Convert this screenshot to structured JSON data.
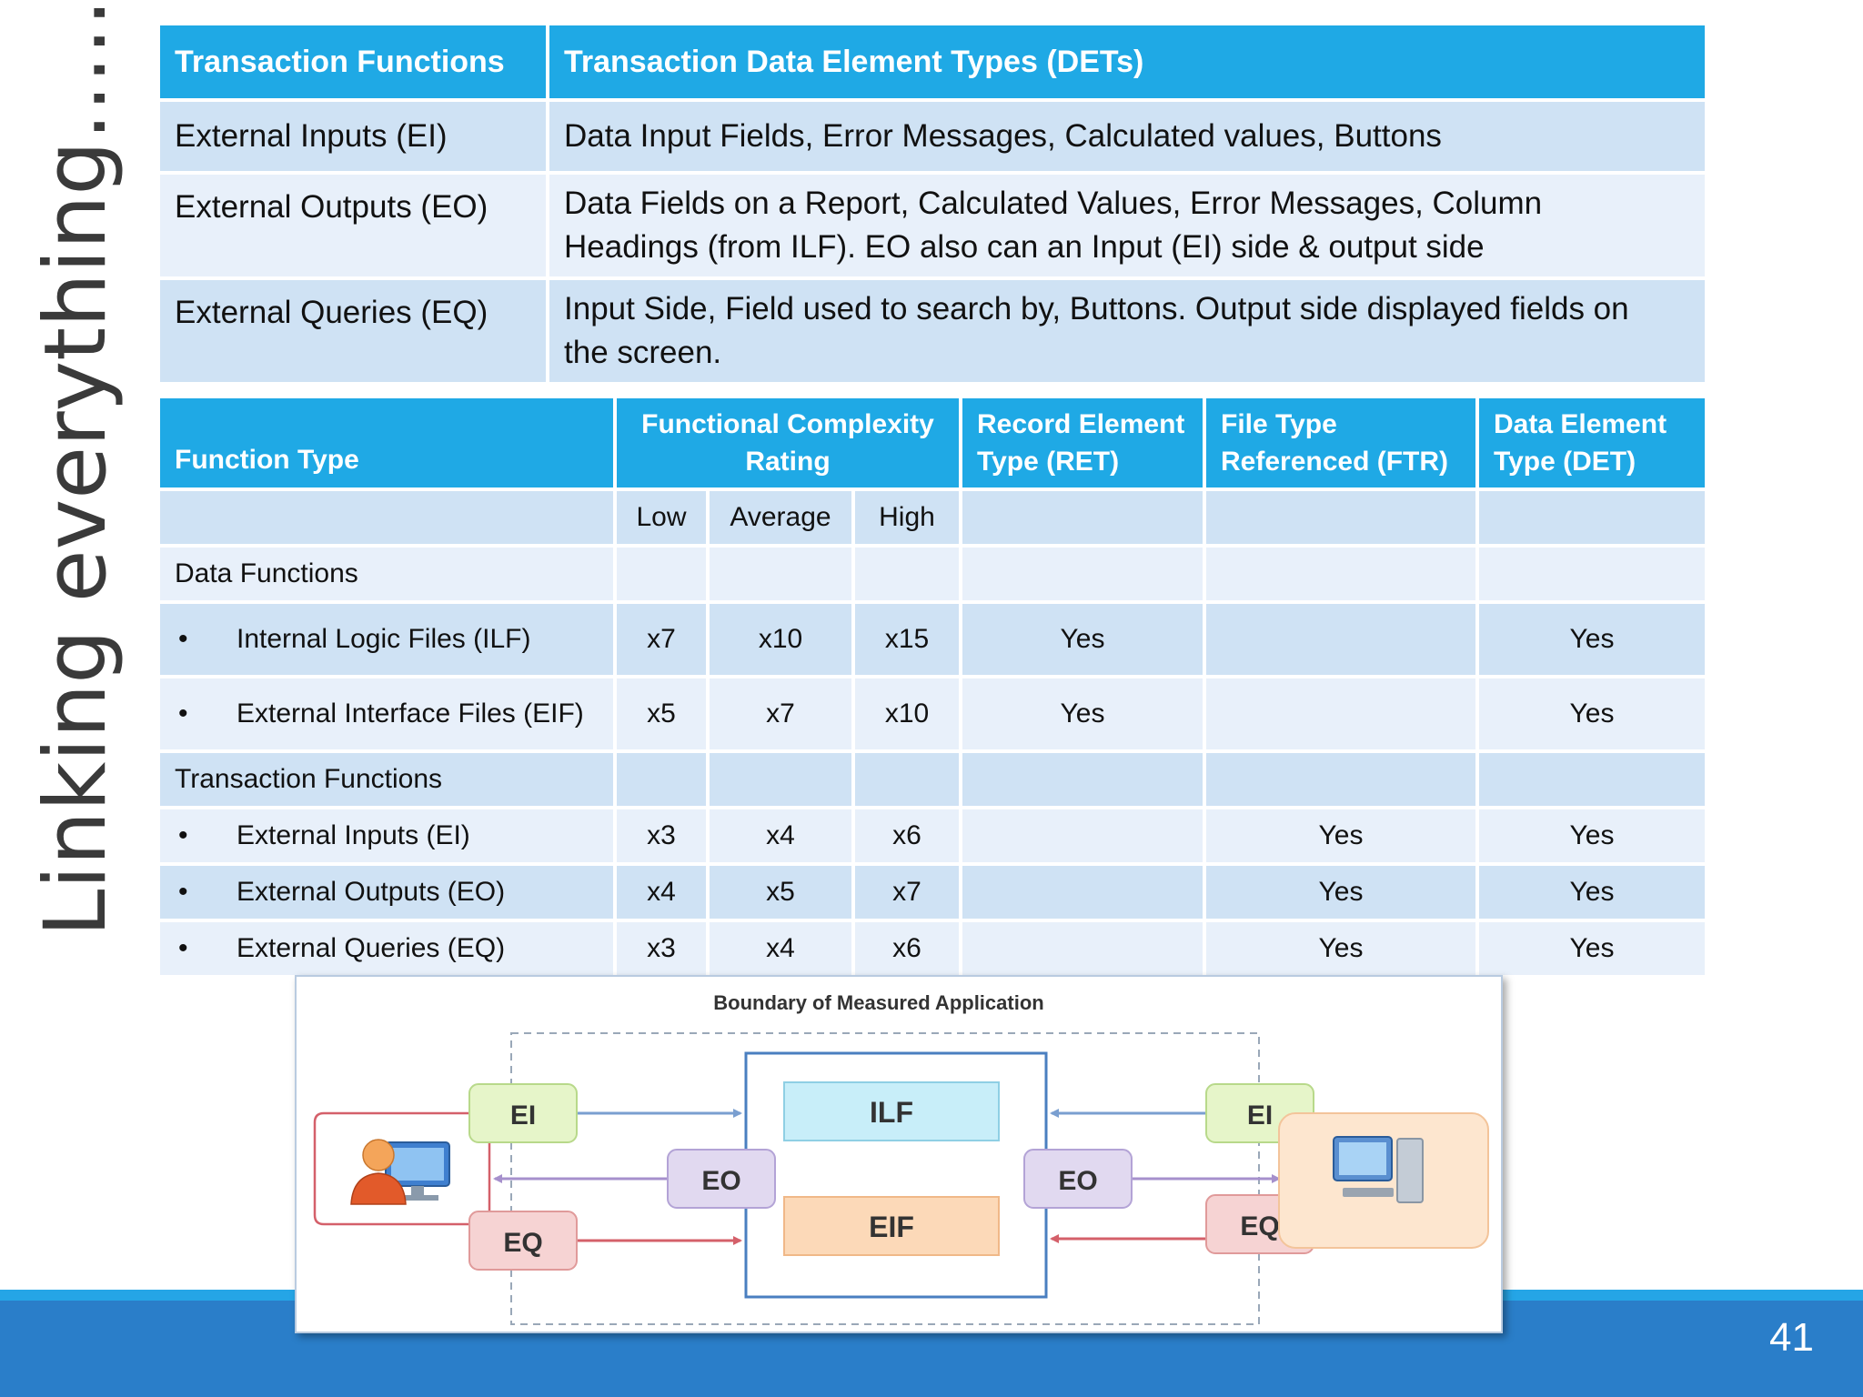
{
  "slide": {
    "side_title": "Linking everything……",
    "page_number": "41"
  },
  "table1": {
    "headers": [
      "Transaction Functions",
      "Transaction Data Element Types (DETs)"
    ],
    "rows": [
      {
        "function": "External Inputs (EI)",
        "dets": "Data Input Fields, Error Messages, Calculated values, Buttons"
      },
      {
        "function": "External Outputs (EO)",
        "dets_line1": "Data Fields on a Report, Calculated Values, Error Messages, Column",
        "dets_line2": "Headings (from ILF). EO also can an Input (EI) side & output side"
      },
      {
        "function": "External Queries (EQ)",
        "dets_line1": "Input Side, Field used to search by, Buttons. Output side displayed fields on",
        "dets_line2": "the screen."
      }
    ]
  },
  "table2": {
    "headers": {
      "function_type": "Function Type",
      "complexity_line1": "Functional Complexity",
      "complexity_line2": "Rating",
      "ret_line1": "Record Element",
      "ret_line2": "Type (RET)",
      "ftr_line1": "File  Type",
      "ftr_line2": "Referenced  (FTR)",
      "det_line1": "Data Element",
      "det_line2": "Type (DET)"
    },
    "sub_headers": [
      "Low",
      "Average",
      "High"
    ],
    "bullet": "•",
    "sections": {
      "data": "Data Functions",
      "transaction": "Transaction Functions"
    },
    "rows": [
      {
        "name": "Internal Logic Files (ILF)",
        "low": "x7",
        "avg": "x10",
        "high": "x15",
        "ret": "Yes",
        "ftr": "",
        "det": "Yes"
      },
      {
        "name": "External Interface Files (EIF)",
        "low": "x5",
        "avg": "x7",
        "high": "x10",
        "ret": "Yes",
        "ftr": "",
        "det": "Yes"
      },
      {
        "name": "External Inputs (EI)",
        "low": "x3",
        "avg": "x4",
        "high": "x6",
        "ret": "",
        "ftr": "Yes",
        "det": "Yes"
      },
      {
        "name": "External Outputs (EO)",
        "low": "x4",
        "avg": "x5",
        "high": "x7",
        "ret": "",
        "ftr": "Yes",
        "det": "Yes"
      },
      {
        "name": "External Queries (EQ)",
        "low": "x3",
        "avg": "x4",
        "high": "x6",
        "ret": "",
        "ftr": "Yes",
        "det": "Yes"
      }
    ]
  },
  "diagram": {
    "title": "Boundary of Measured Application",
    "ilf": "ILF",
    "eif": "EIF",
    "ei": "EI",
    "eo": "EO",
    "eq": "EQ",
    "colors": {
      "ei_fill": "#e6f5c9",
      "eo_fill": "#e1d9f0",
      "eq_fill": "#f6d3d3",
      "ilf_fill": "#c8eef9",
      "eif_fill": "#fcd9b8",
      "boundary_stroke": "#4a7fc0",
      "arrow_blue": "#7a9fd0",
      "arrow_purple": "#a690cc",
      "arrow_red": "#d4606a"
    }
  }
}
